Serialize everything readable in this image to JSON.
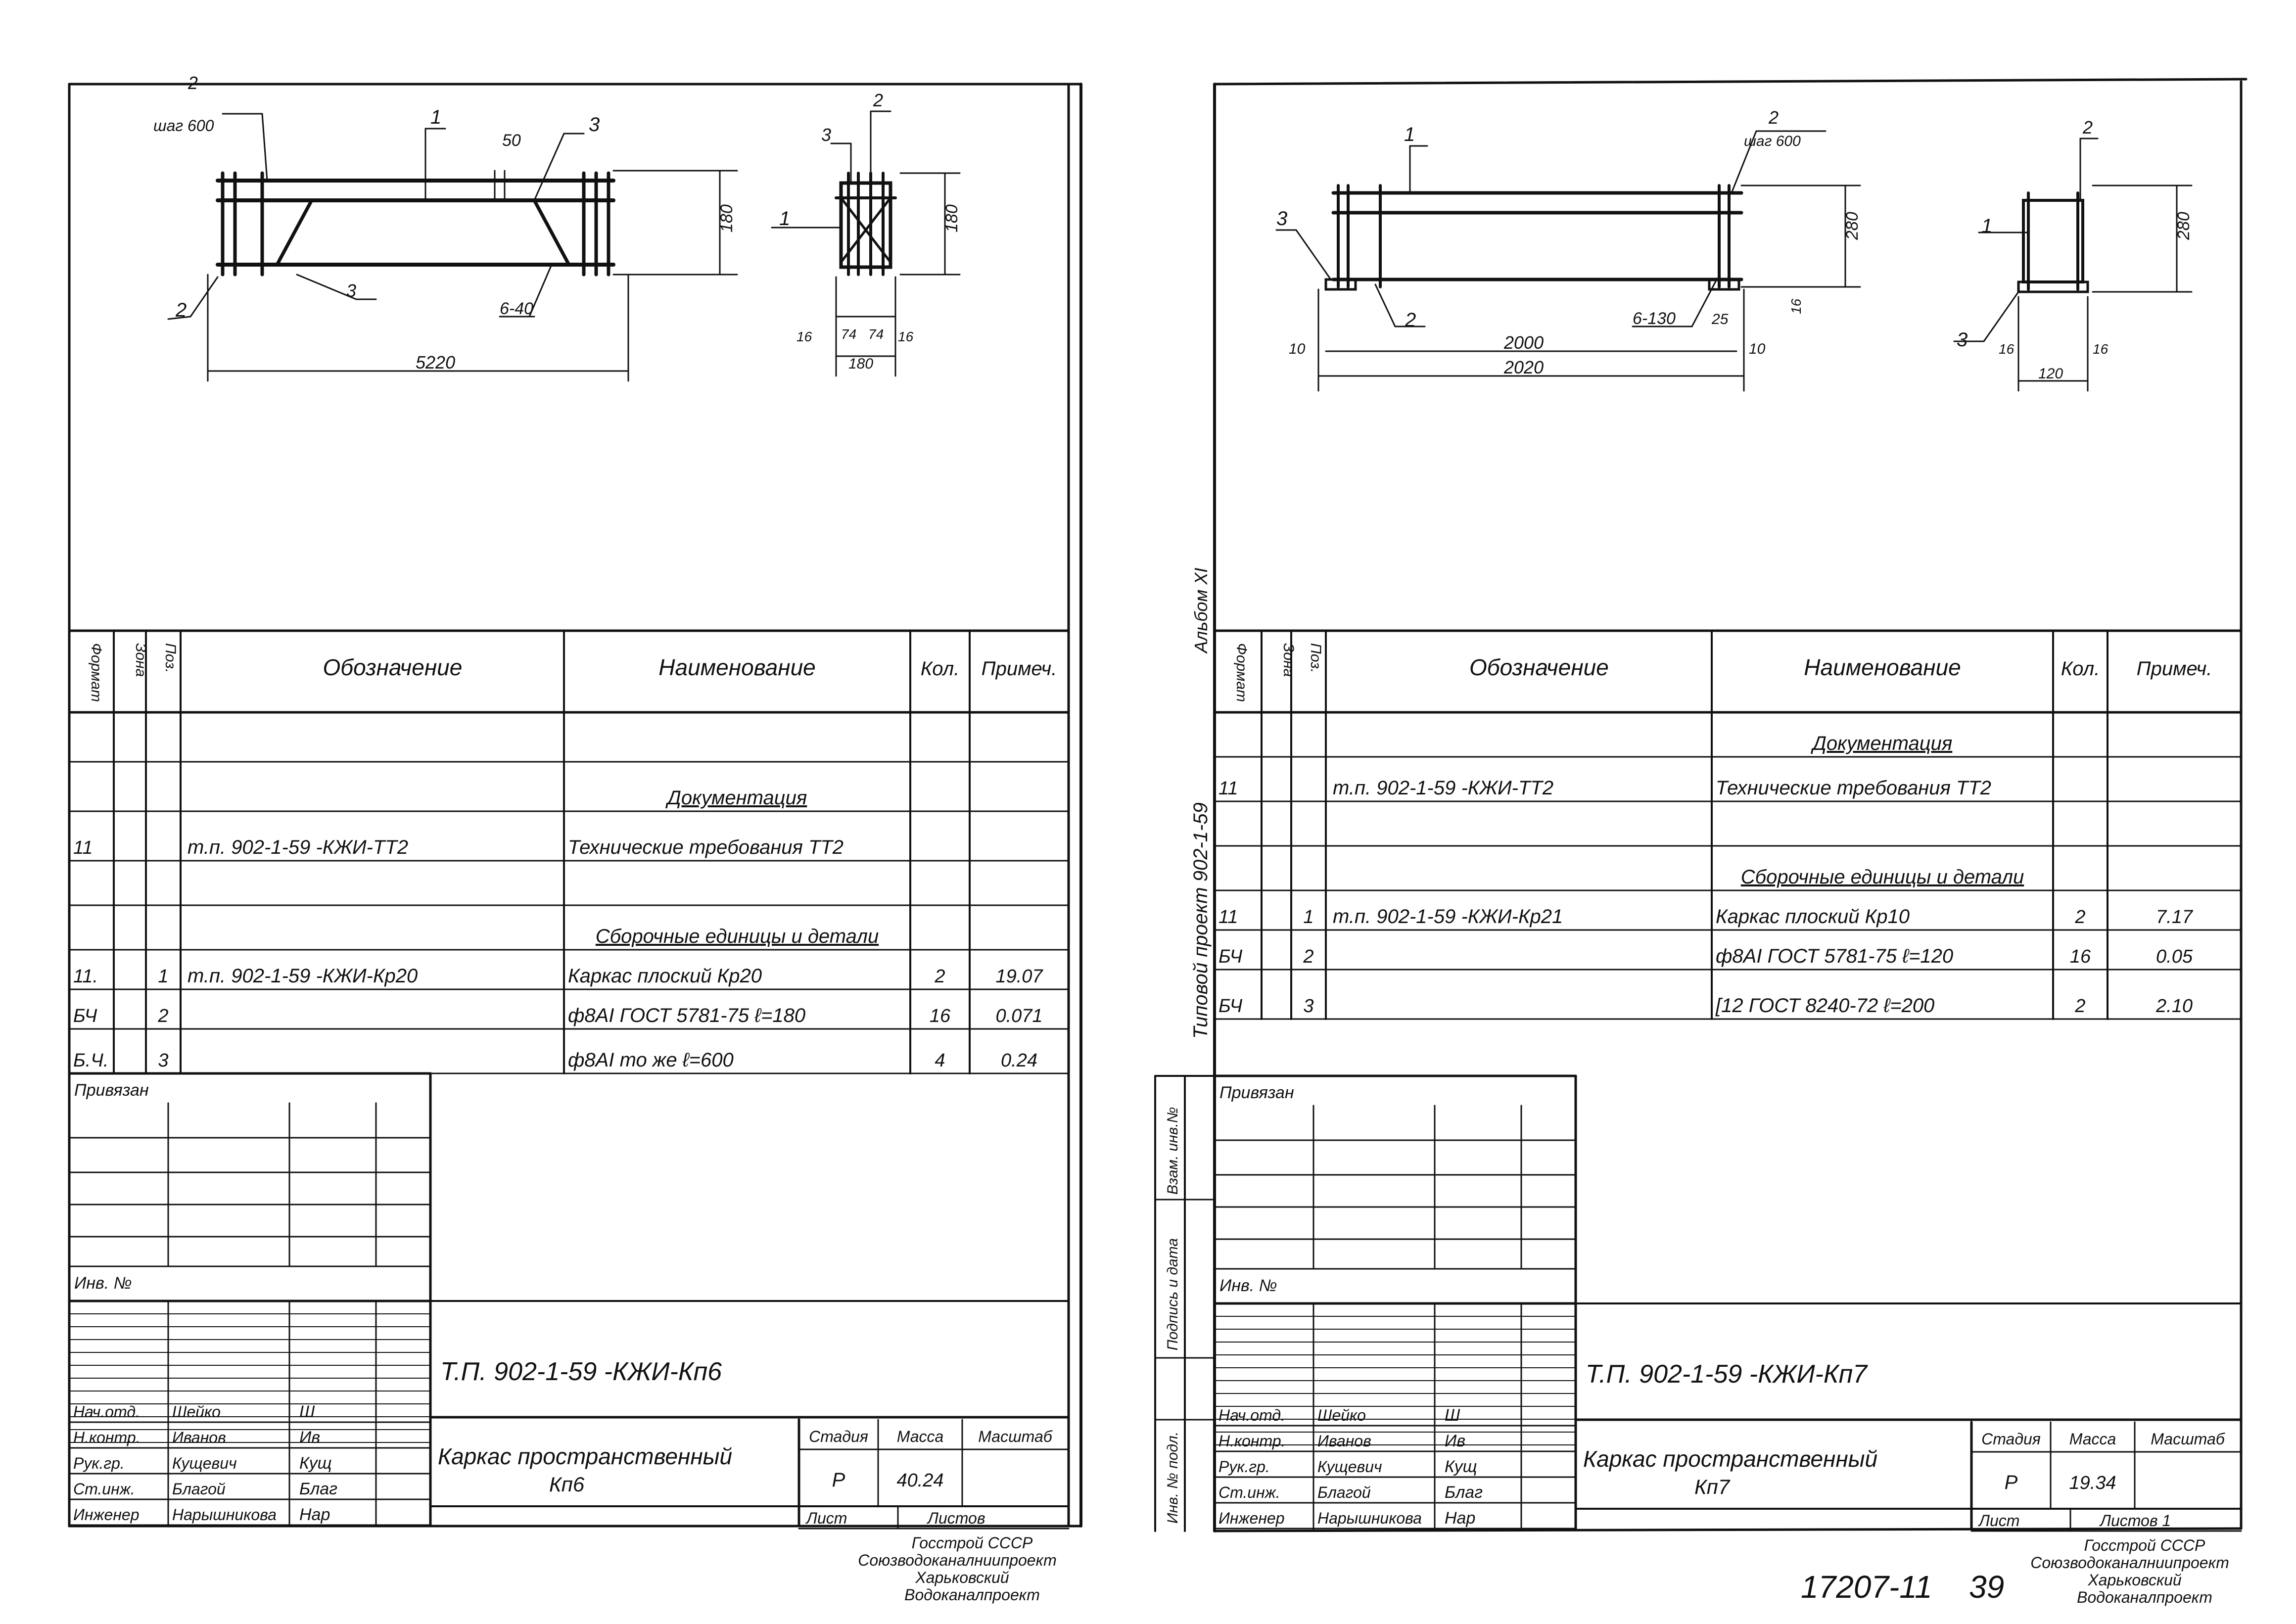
{
  "sheets": [
    {
      "id": "left",
      "drawing": {
        "labels": {
          "pos1": "1",
          "pos2": "2",
          "pos3a": "3",
          "pos3b": "3",
          "pos2b": "2",
          "step": "шаг 600",
          "d50": "50",
          "d180": "180",
          "d5220": "5220",
          "d6_40": "6-40"
        },
        "section": {
          "pos2": "2",
          "pos3": "3",
          "pos1": "1",
          "h180": "180",
          "d16a": "16",
          "d74a": "74",
          "d74b": "74",
          "d16b": "16",
          "w180": "180"
        }
      },
      "table_headers": {
        "format": "Формат",
        "zone": "Зона",
        "pos": "Поз.",
        "designation": "Обозначение",
        "name": "Наименование",
        "qty": "Кол.",
        "note": "Примеч."
      },
      "rows": [
        {
          "format": "",
          "zone": "",
          "pos": "",
          "designation": "",
          "name": "",
          "qty": "",
          "note": ""
        },
        {
          "format": "",
          "zone": "",
          "pos": "",
          "designation": "",
          "name": "Документация",
          "qty": "",
          "note": ""
        },
        {
          "format": "11",
          "zone": "",
          "pos": "",
          "designation": "т.п. 902-1-59       -КЖИ-ТТ2",
          "name": "Технические требования ТТ2",
          "qty": "",
          "note": ""
        },
        {
          "format": "",
          "zone": "",
          "pos": "",
          "designation": "",
          "name": "",
          "qty": "",
          "note": ""
        },
        {
          "format": "",
          "zone": "",
          "pos": "",
          "designation": "",
          "name": "Сборочные единицы и детали",
          "qty": "",
          "note": ""
        },
        {
          "format": "11.",
          "zone": "",
          "pos": "1",
          "designation": "т.п. 902-1-59      -КЖИ-Кр20",
          "name": "Каркас плоский      Кр20",
          "qty": "2",
          "note": "19.07"
        },
        {
          "format": "БЧ",
          "zone": "",
          "pos": "2",
          "designation": "",
          "name": "ф8АI ГОСТ 5781-75    ℓ=180",
          "qty": "16",
          "note": "0.071"
        },
        {
          "format": "Б.Ч.",
          "zone": "",
          "pos": "3",
          "designation": "",
          "name": "ф8АI   то же      ℓ=600",
          "qty": "4",
          "note": "0.24"
        }
      ],
      "stamp": {
        "privyazan": "Привязан",
        "inv": "Инв. №",
        "code": "Т.П. 902-1-59     -КЖИ-Кп6",
        "title": "Каркас пространственный",
        "title2": "Кп6",
        "stage_h": "Стадия",
        "mass_h": "Масса",
        "scale_h": "Масштаб",
        "stage": "Р",
        "mass": "40.24",
        "scale": "",
        "sheet_h": "Лист",
        "sheets_h": "Листов",
        "org1": "Госстрой СССР",
        "org2": "Союзводоканалниипроект",
        "org3": "Харьковский",
        "org4": "Водоканалпроект",
        "people": [
          {
            "role": "Нач.отд.",
            "name": "Шейко",
            "sign": "Ш"
          },
          {
            "role": "Н.контр.",
            "name": "Иванов",
            "sign": "Ив"
          },
          {
            "role": "Рук.гр.",
            "name": "Кущевич",
            "sign": "Кущ"
          },
          {
            "role": "Ст.инж.",
            "name": "Благой",
            "sign": "Благ"
          },
          {
            "role": "Инженер",
            "name": "Нарышникова",
            "sign": "Нар"
          }
        ]
      }
    },
    {
      "id": "right",
      "drawing": {
        "labels": {
          "pos1": "1",
          "pos2": "2",
          "pos3": "3",
          "pos2b": "2",
          "step": "шаг 600",
          "d280": "280",
          "d16": "16",
          "d6_130": "6-130",
          "d25": "25",
          "d10a": "10",
          "d10b": "10",
          "d2000": "2000",
          "d2020": "2020"
        },
        "section": {
          "pos2": "2",
          "pos1": "1",
          "pos3": "3",
          "h280": "280",
          "d16a": "16",
          "d16b": "16",
          "w120": "120"
        }
      },
      "table_headers": {
        "format": "Формат",
        "zone": "Зона",
        "pos": "Поз.",
        "designation": "Обозначение",
        "name": "Наименование",
        "qty": "Кол.",
        "note": "Примеч."
      },
      "rows": [
        {
          "format": "",
          "zone": "",
          "pos": "",
          "designation": "",
          "name": "Документация",
          "qty": "",
          "note": ""
        },
        {
          "format": "11",
          "zone": "",
          "pos": "",
          "designation": "т.п. 902-1-59       -КЖИ-ТТ2",
          "name": "Технические требования ТТ2",
          "qty": "",
          "note": ""
        },
        {
          "format": "",
          "zone": "",
          "pos": "",
          "designation": "",
          "name": "",
          "qty": "",
          "note": ""
        },
        {
          "format": "",
          "zone": "",
          "pos": "",
          "designation": "",
          "name": "Сборочные единицы и детали",
          "qty": "",
          "note": ""
        },
        {
          "format": "11",
          "zone": "",
          "pos": "1",
          "designation": "т.п. 902-1-59      -КЖИ-Кр21",
          "name": "Каркас плоский      Кр10",
          "qty": "2",
          "note": "7.17"
        },
        {
          "format": "БЧ",
          "zone": "",
          "pos": "2",
          "designation": "",
          "name": "ф8АI ГОСТ 5781-75    ℓ=120",
          "qty": "16",
          "note": "0.05"
        },
        {
          "format": "БЧ",
          "zone": "",
          "pos": "3",
          "designation": "",
          "name": "[12 ГОСТ 8240-72     ℓ=200",
          "qty": "2",
          "note": "2.10"
        }
      ],
      "stamp": {
        "privyazan": "Привязан",
        "inv": "Инв. №",
        "code": "Т.П. 902-1-59     -КЖИ-Кп7",
        "title": "Каркас пространственный",
        "title2": "Кп7",
        "stage_h": "Стадия",
        "mass_h": "Масса",
        "scale_h": "Масштаб",
        "stage": "Р",
        "mass": "19.34",
        "scale": "",
        "sheet_h": "Лист",
        "sheets_h": "Листов 1",
        "org1": "Госстрой СССР",
        "org2": "Союзводоканалниипроект",
        "org3": "Харьковский",
        "org4": "Водоканалпроект",
        "people": [
          {
            "role": "Нач.отд.",
            "name": "Шейко",
            "sign": "Ш"
          },
          {
            "role": "Н.контр.",
            "name": "Иванов",
            "sign": "Ив"
          },
          {
            "role": "Рук.гр.",
            "name": "Кущевич",
            "sign": "Кущ"
          },
          {
            "role": "Ст.инж.",
            "name": "Благой",
            "sign": "Благ"
          },
          {
            "role": "Инженер",
            "name": "Нарышникова",
            "sign": "Нар"
          }
        ]
      }
    }
  ],
  "margin": {
    "album": "Альбом XI",
    "project": "Типовой проект 902-1-59",
    "vzam": "Взам. инв.№",
    "podpis": "Подпись и дата",
    "invpodl": "Инв. № подл."
  },
  "footer": {
    "doc_number": "17207-11",
    "page": "39"
  }
}
